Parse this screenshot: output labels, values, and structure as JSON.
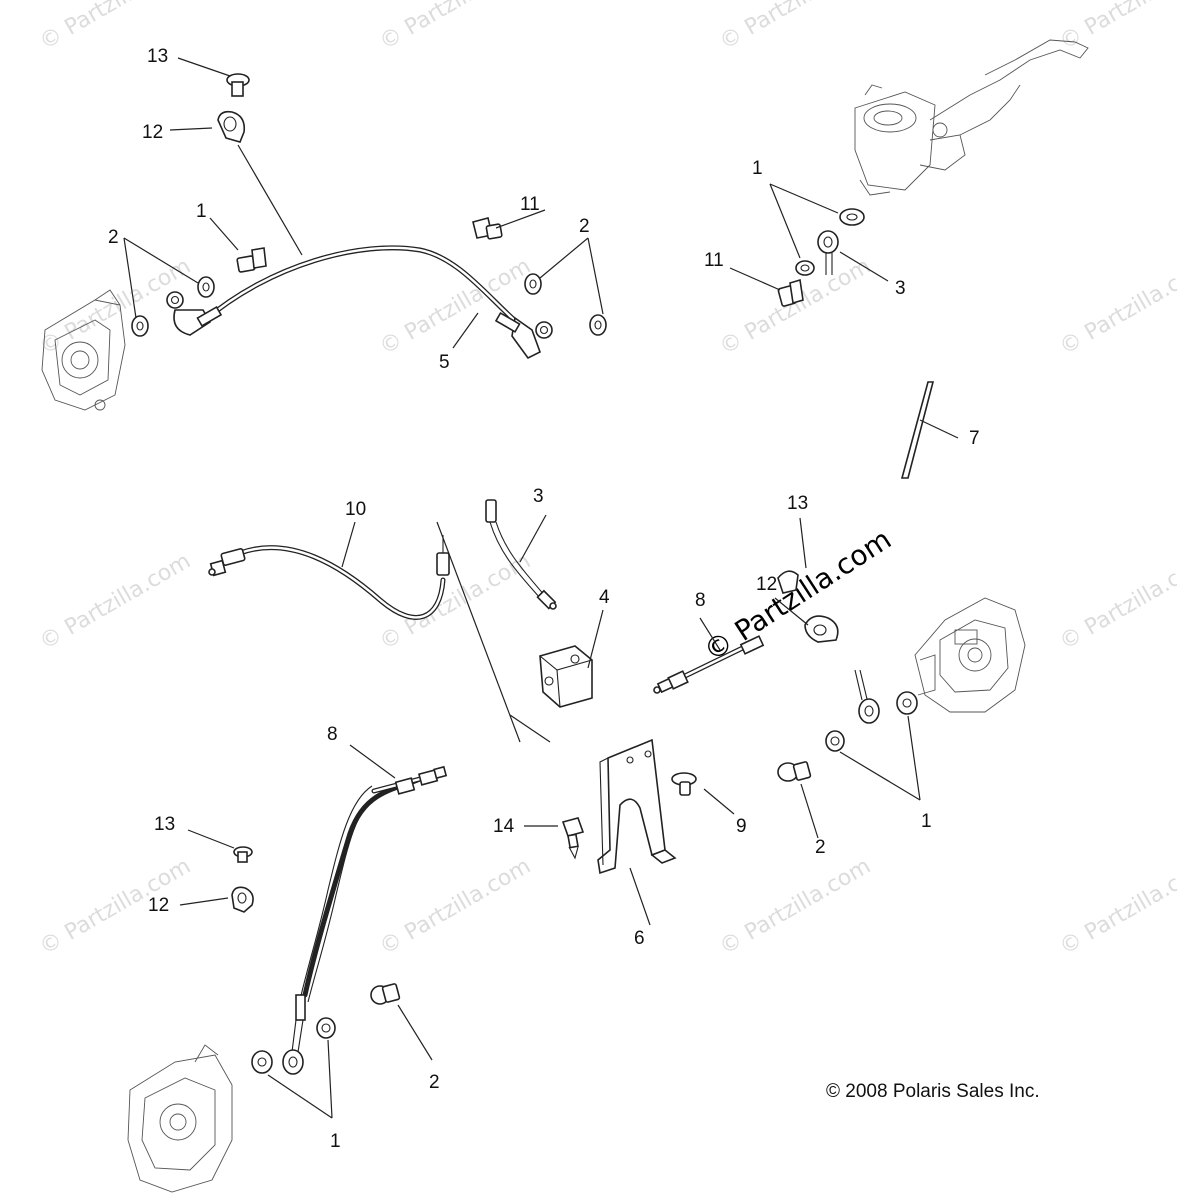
{
  "watermarks": {
    "text": "© Partzilla.com",
    "prominent_text": "© Partzilla.com"
  },
  "callouts": {
    "c13_top": "13",
    "c12_top": "12",
    "c1_left": "1",
    "c2_left": "2",
    "c11_mid": "11",
    "c2_mid": "2",
    "c5": "5",
    "c1_right": "1",
    "c11_right": "11",
    "c3_right": "3",
    "c7": "7",
    "c10": "10",
    "c3_center": "3",
    "c4": "4",
    "c13_right": "13",
    "c8_right": "8",
    "c12_right": "12",
    "c8_left": "8",
    "c14": "14",
    "c9": "9",
    "c2_lower_right": "2",
    "c1_lower_right": "1",
    "c6": "6",
    "c13_lower": "13",
    "c12_lower": "12",
    "c2_bottom": "2",
    "c1_bottom": "1"
  },
  "copyright": "© 2008 Polaris Sales Inc."
}
